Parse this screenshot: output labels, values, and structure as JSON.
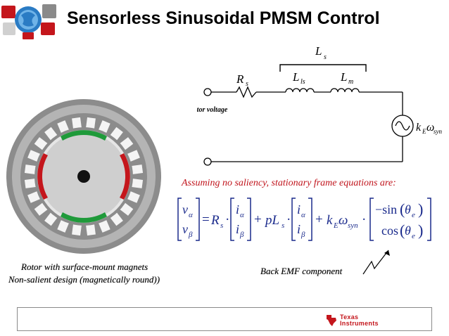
{
  "slide": {
    "title": "Sensorless Sinusoidal PMSM Control"
  },
  "circuit": {
    "ls": "L",
    "ls_sub": "s",
    "rs": "R",
    "rs_sub": "s",
    "lls": "L",
    "lls_sub": "ls",
    "lm": "L",
    "lm_sub": "m",
    "input_label": "stator voltage",
    "source_k": "k",
    "source_k_sub": "E",
    "source_omega": "ω",
    "source_omega_sub": "syn"
  },
  "equation": {
    "intro": "Assuming no saliency, stationary frame equations are:",
    "v": "v",
    "alpha": "α",
    "beta": "β",
    "i": "i",
    "equals": "=",
    "r": "R",
    "r_sub": "s",
    "dot": "·",
    "plus": "+",
    "p": "pL",
    "p_sub": "s",
    "k": "k",
    "k_sub": "E",
    "omega": "ω",
    "omega_sub": "syn",
    "sin": "−sin",
    "cos": "cos",
    "theta": "θ",
    "theta_sub": "e",
    "paren_open": "(",
    "paren_close": ")"
  },
  "captions": {
    "rotor_line1": "Rotor with surface-mount magnets",
    "rotor_line2": "Non-salient design (magnetically round))",
    "back_emf": "Back EMF component"
  },
  "brand": {
    "line1": "Texas",
    "line2": "Instruments"
  },
  "colors": {
    "magnet_green": "#1f9a3a",
    "magnet_red": "#c4161c",
    "equation_blue": "#1a2a8c",
    "note_red": "#c0141c"
  }
}
